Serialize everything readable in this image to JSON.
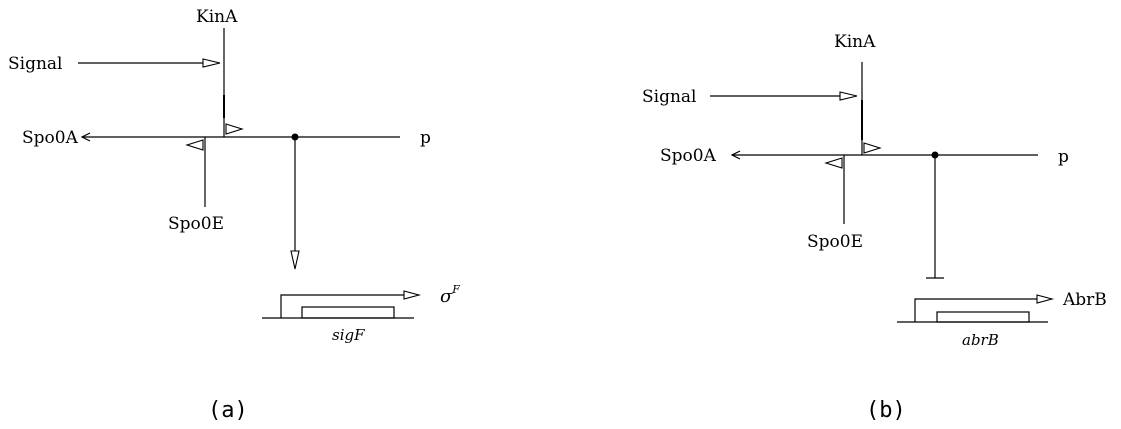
{
  "panels": [
    {
      "caption": "(a)",
      "labels": {
        "kinase": "KinA",
        "signal": "Signal",
        "response_regulator": "Spo0A",
        "phosphatase": "Spo0E",
        "phosphate": "p",
        "gene": "sigF",
        "product": "σ",
        "product_superscript": "F"
      },
      "regulation": "activation"
    },
    {
      "caption": "(b)",
      "labels": {
        "kinase": "KinA",
        "signal": "Signal",
        "response_regulator": "Spo0A",
        "phosphatase": "Spo0E",
        "phosphate": "p",
        "gene": "abrB",
        "product": "AbrB"
      },
      "regulation": "repression"
    }
  ]
}
